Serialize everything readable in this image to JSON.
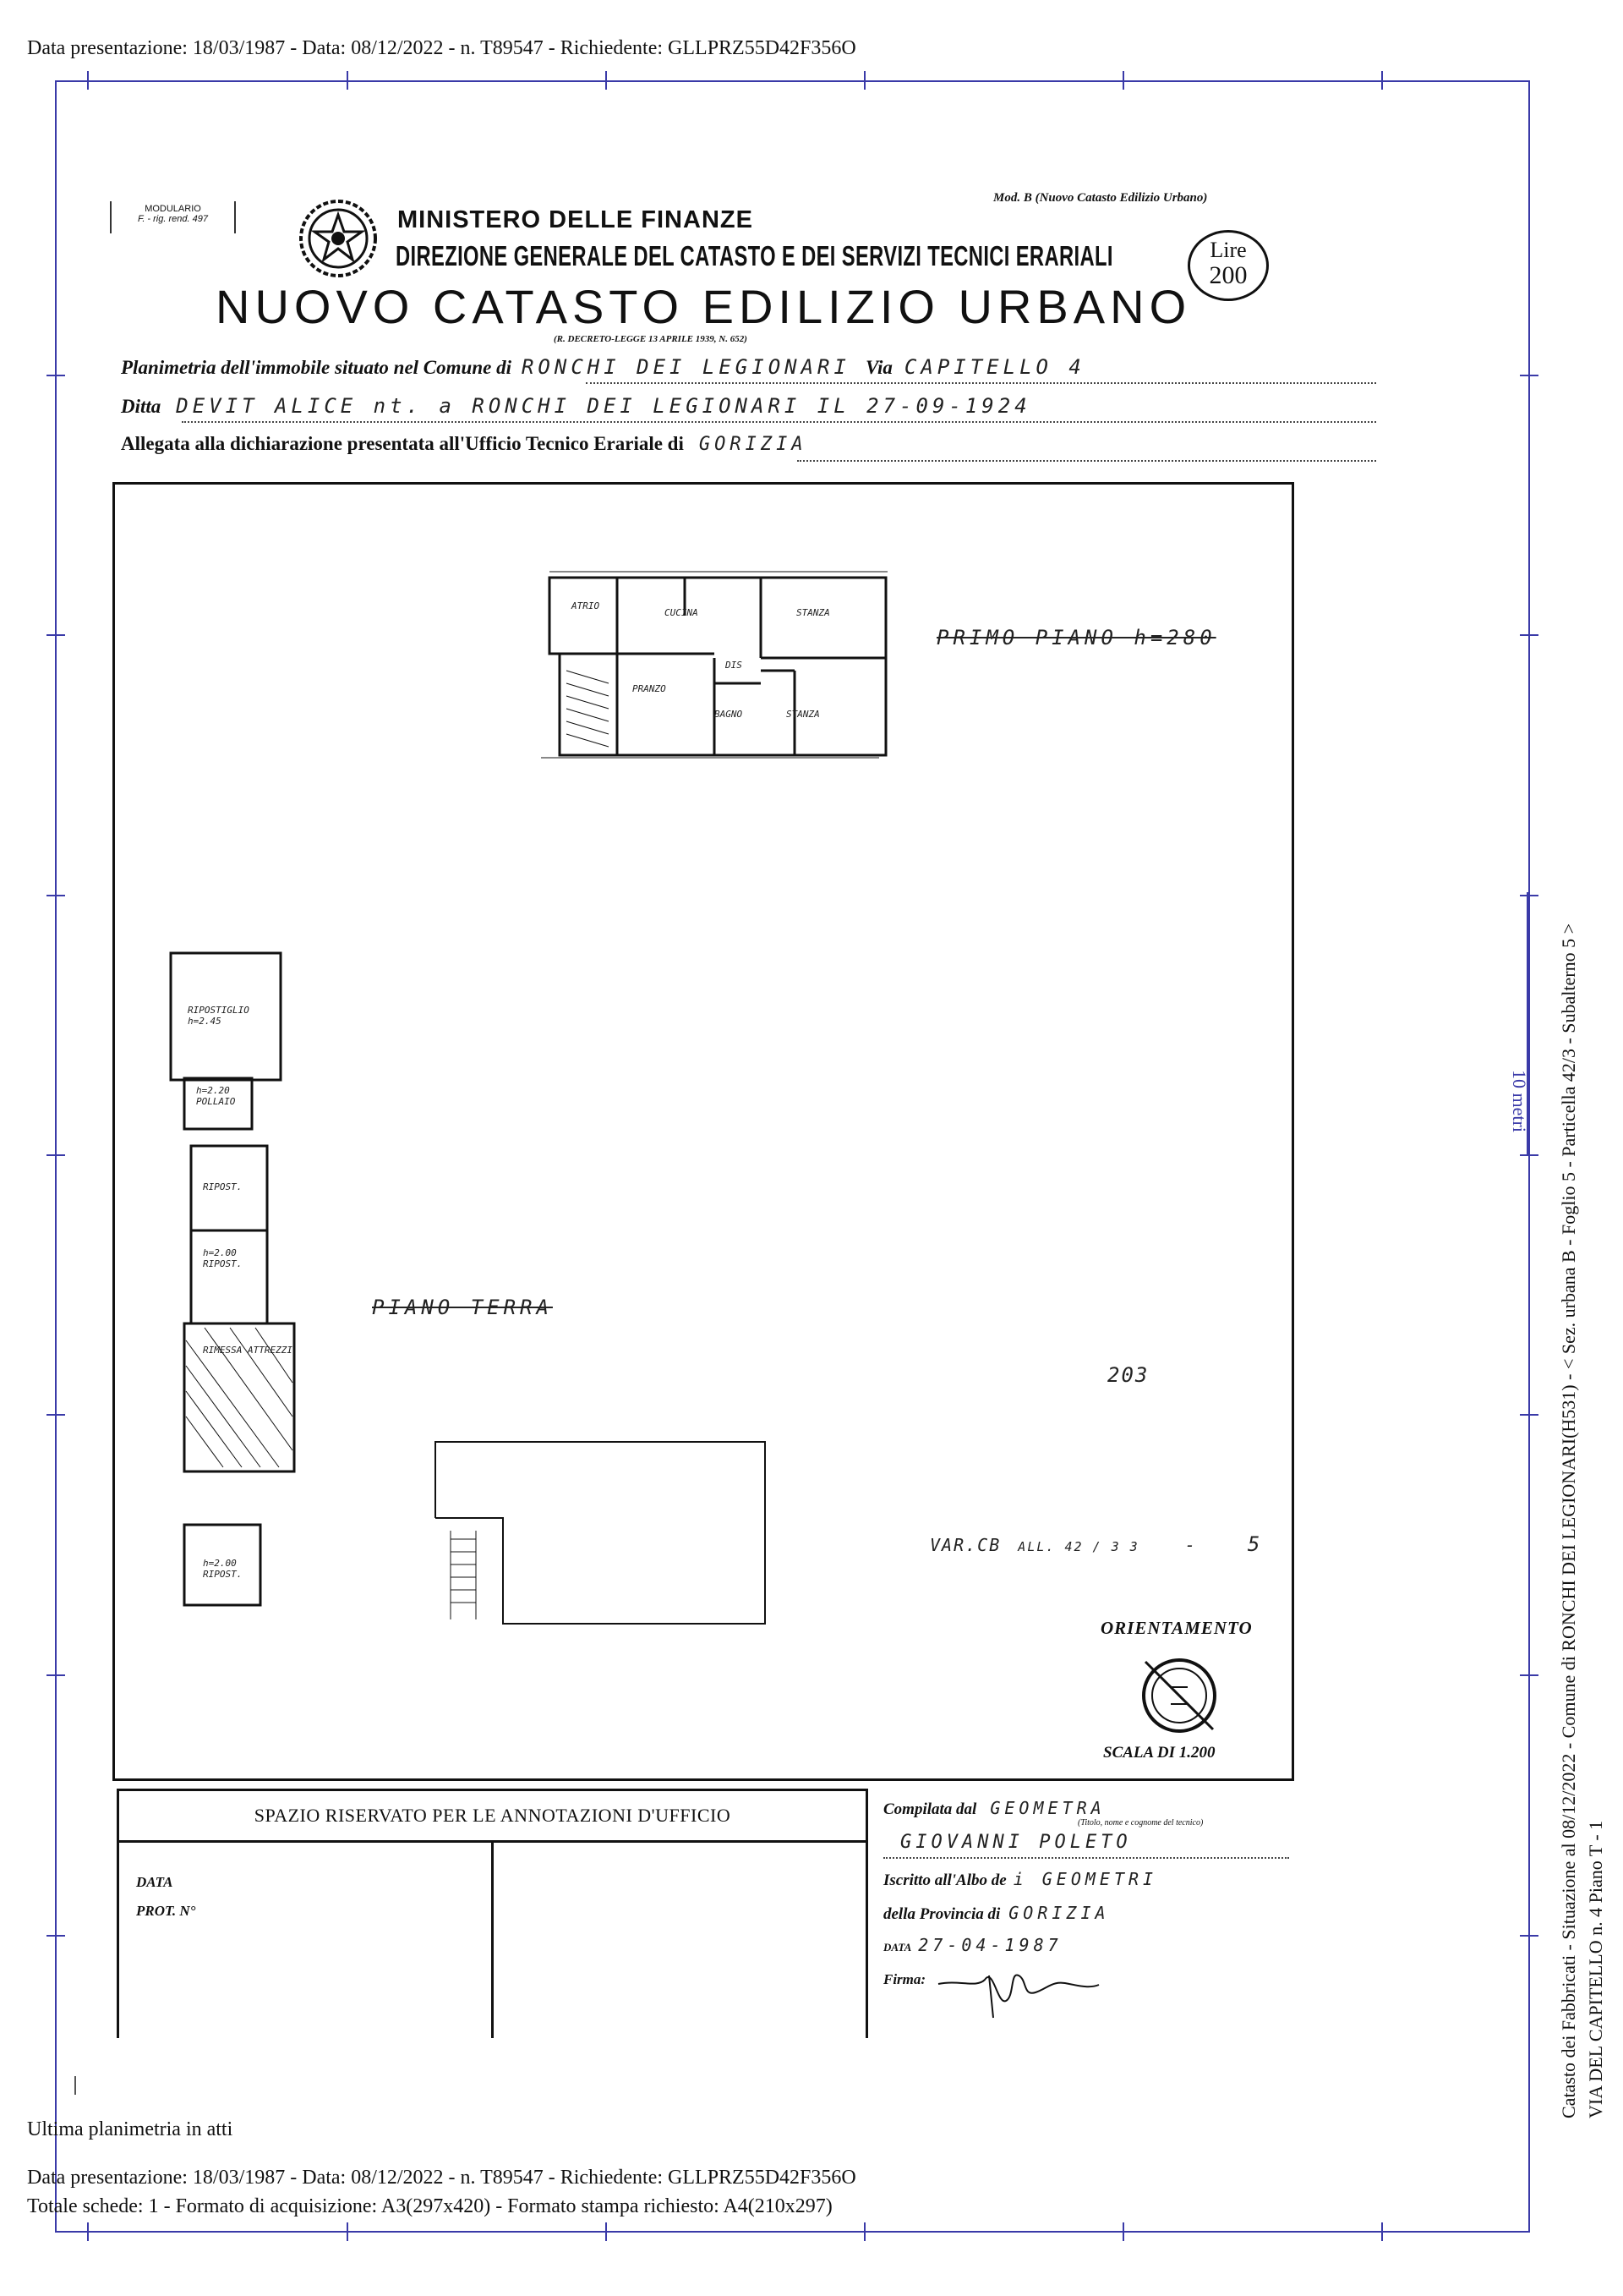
{
  "header": {
    "top_info": "Data presentazione: 18/03/1987 - Data: 08/12/2022 - n. T89547 - Richiedente: GLLPRZ55D42F356O"
  },
  "form": {
    "modulario_line1": "MODULARIO",
    "modulario_line2": "F. - rig. rend. 497",
    "ministry": "MINISTERO DELLE FINANZE",
    "direction": "DIREZIONE GENERALE DEL CATASTO E DEI SERVIZI TECNICI ERARIALI",
    "mod_b": "Mod. B (Nuovo Catasto Edilizio Urbano)",
    "lire_label": "Lire",
    "lire_value": "200",
    "main_title": "NUOVO CATASTO EDILIZIO URBANO",
    "decree": "(R. DECRETO-LEGGE 13 APRILE 1939, N. 652)",
    "planimetria_label": "Planimetria dell'immobile situato nel Comune di",
    "comune_value": "RONCHI DEI LEGIONARI",
    "via_label": "Via",
    "via_value": "CAPITELLO 4",
    "ditta_label": "Ditta",
    "ditta_value": "DEVIT ALICE nt. a RONCHI DEI LEGIONARI IL 27-09-1924",
    "allegata_label": "Allegata alla dichiarazione presentata all'Ufficio Tecnico Erariale di",
    "ufficio_value": "GORIZIA"
  },
  "plan": {
    "primo_piano": "PRIMO PIANO h=280",
    "piano_terra": "PIANO TERRA",
    "rooms_first": [
      "ATRIO",
      "CUCINA",
      "STANZA",
      "PRANZO",
      "DIS",
      "BAGNO",
      "STANZA"
    ],
    "rooms_ground": [
      "RIPOSTIGLIO h=2.45",
      "h=2.20 POLLAIO",
      "RIPOST.",
      "h=2.00 RIPOST.",
      "RIMESSA ATTREZZI",
      "h=2.00 RIPOST."
    ],
    "number_203": "203",
    "varcb": "VAR.CB",
    "varcb_fraction": "ALL. 42 / 3 3",
    "varcb_dash": "-",
    "varcb_num": "5",
    "orientamento": "ORIENTAMENTO",
    "scala": "SCALA DI 1.200"
  },
  "office": {
    "spazio_title": "SPAZIO RISERVATO PER LE ANNOTAZIONI D'UFFICIO",
    "data_label": "DATA",
    "prot_label": "PROT. N°"
  },
  "compiler": {
    "compilata_label": "Compilata dal",
    "compilata_value": "GEOMETRA",
    "titolo_note": "(Titolo, nome e cognome del tecnico)",
    "name_value": "GIOVANNI POLETO",
    "iscritto_label": "Iscritto all'Albo de",
    "iscritto_value": "i GEOMETRI",
    "provincia_label": "della Provincia di",
    "provincia_value": "GORIZIA",
    "data_label": "DATA",
    "data_value": "27-04-1987",
    "firma_label": "Firma:"
  },
  "side": {
    "meters": "10 metri",
    "line1": "Catasto dei Fabbricati - Situazione al 08/12/2022 - Comune di RONCHI DEI LEGIONARI(H531) - < Sez. urbana B - Foglio 5 - Particella 42/3 - Subalterno 5 >",
    "line2": "VIA DEL CAPITELLO n. 4 Piano T - 1"
  },
  "footer": {
    "ultima": "Ultima planimetria in atti",
    "line1": "Data presentazione: 18/03/1987 - Data: 08/12/2022 - n. T89547 - Richiedente: GLLPRZ55D42F356O",
    "line2": "Totale schede: 1 - Formato di acquisizione: A3(297x420)  - Formato stampa richiesto: A4(210x297)"
  }
}
